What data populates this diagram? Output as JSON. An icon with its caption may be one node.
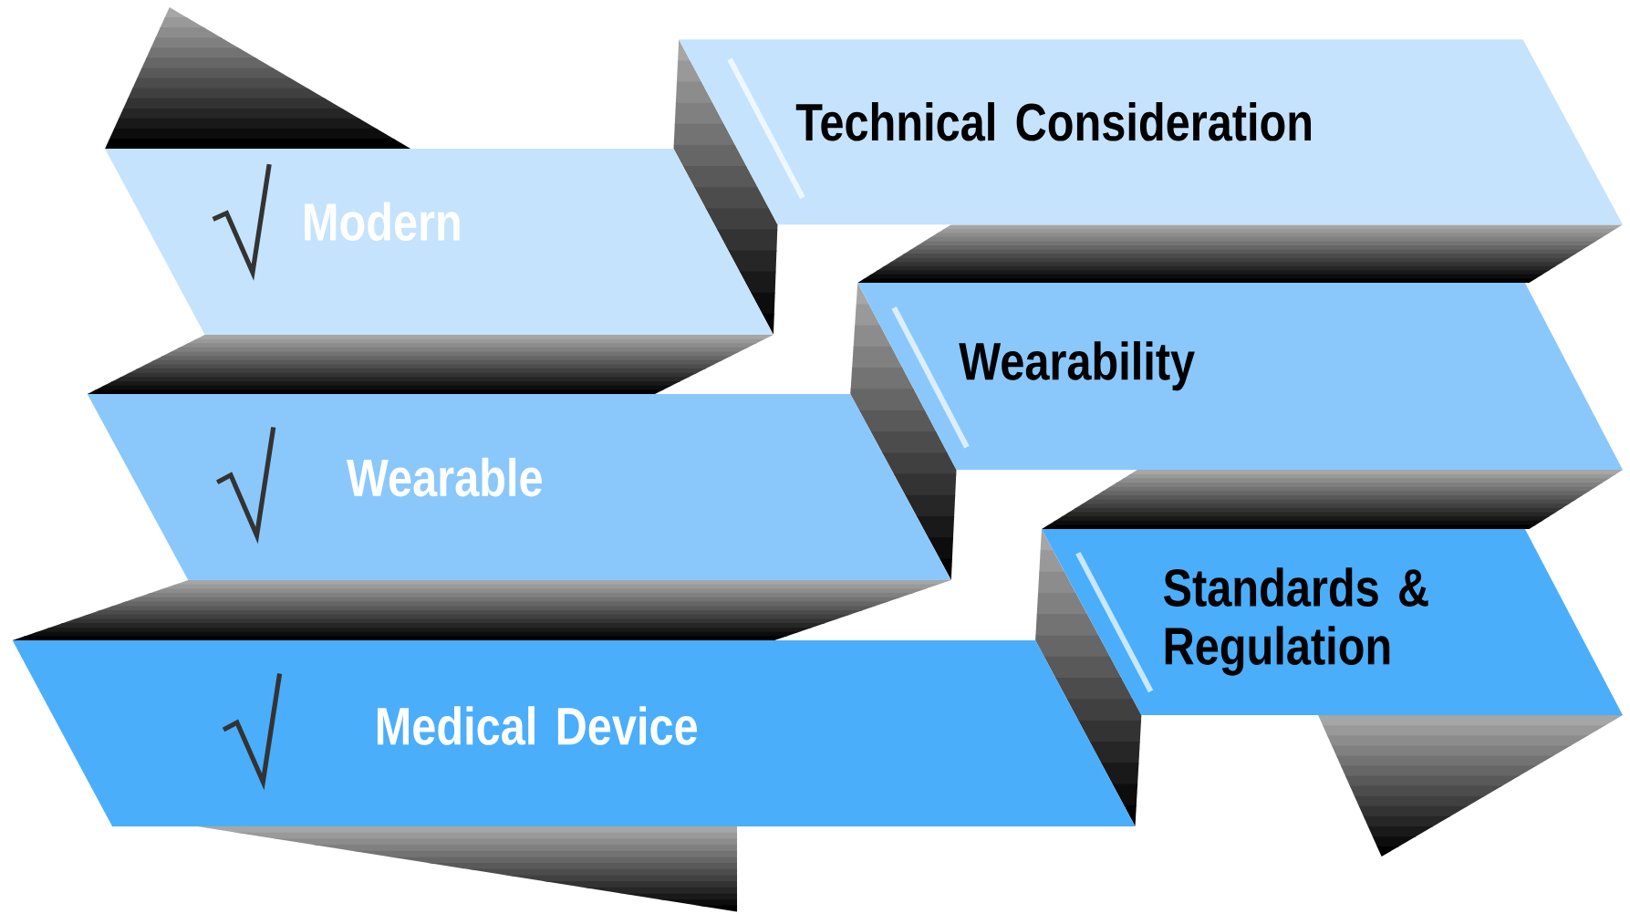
{
  "diagram": {
    "nodes": [
      {
        "text": [
          "Technical Consideration"
        ]
      },
      {
        "text": [
          "Modern"
        ]
      },
      {
        "text": [
          "Wearability"
        ]
      },
      {
        "text": [
          "Wearable"
        ]
      },
      {
        "text": [
          "Standards & Regulation"
        ]
      },
      {
        "text": [
          "Medical Device"
        ]
      }
    ]
  }
}
